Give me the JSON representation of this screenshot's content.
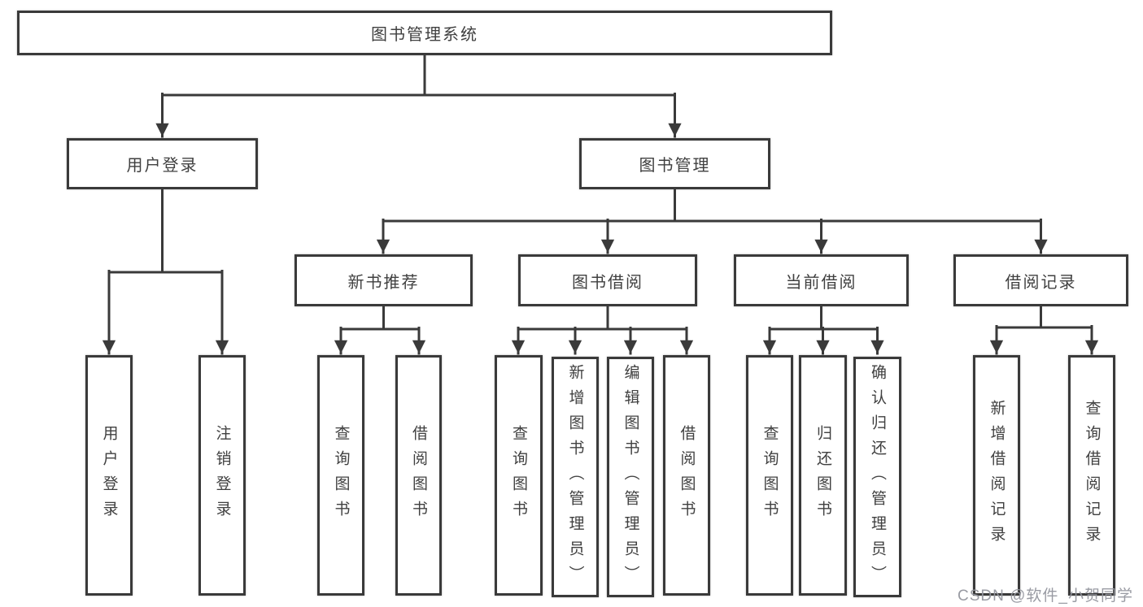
{
  "diagram": {
    "root": {
      "label": "图书管理系统"
    },
    "branches": [
      {
        "label": "用户登录",
        "children": [
          {
            "label": "用户登录"
          },
          {
            "label": "注销登录"
          }
        ]
      },
      {
        "label": "图书管理",
        "children": [
          {
            "label": "新书推荐",
            "children": [
              {
                "label": "查询图书"
              },
              {
                "label": "借阅图书"
              }
            ]
          },
          {
            "label": "图书借阅",
            "children": [
              {
                "label": "查询图书"
              },
              {
                "label": "新增图书（管理员）"
              },
              {
                "label": "编辑图书（管理员）"
              },
              {
                "label": "借阅图书"
              }
            ]
          },
          {
            "label": "当前借阅",
            "children": [
              {
                "label": "查询图书"
              },
              {
                "label": "归还图书"
              },
              {
                "label": "确认归还（管理员）"
              }
            ]
          },
          {
            "label": "借阅记录",
            "children": [
              {
                "label": "新增借阅记录"
              },
              {
                "label": "查询借阅记录"
              }
            ]
          }
        ]
      }
    ]
  },
  "watermark": "CSDN @软件_小贺同学",
  "colors": {
    "line": "#3a3a3a",
    "text": "#404040",
    "background": "#ffffff",
    "watermark": "#9498a0"
  }
}
